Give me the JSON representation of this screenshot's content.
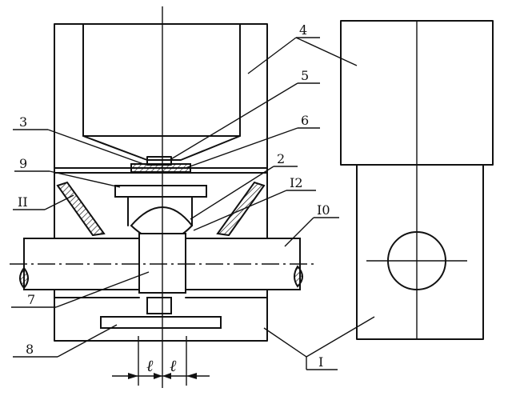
{
  "labels": {
    "l1": "I",
    "l2": "2",
    "l3": "3",
    "l4": "4",
    "l5": "5",
    "l6": "6",
    "l7": "7",
    "l8": "8",
    "l9": "9",
    "l10": "I0",
    "l11": "II",
    "l12": "I2"
  },
  "dimension": {
    "left": "ℓ",
    "right": "ℓ"
  }
}
